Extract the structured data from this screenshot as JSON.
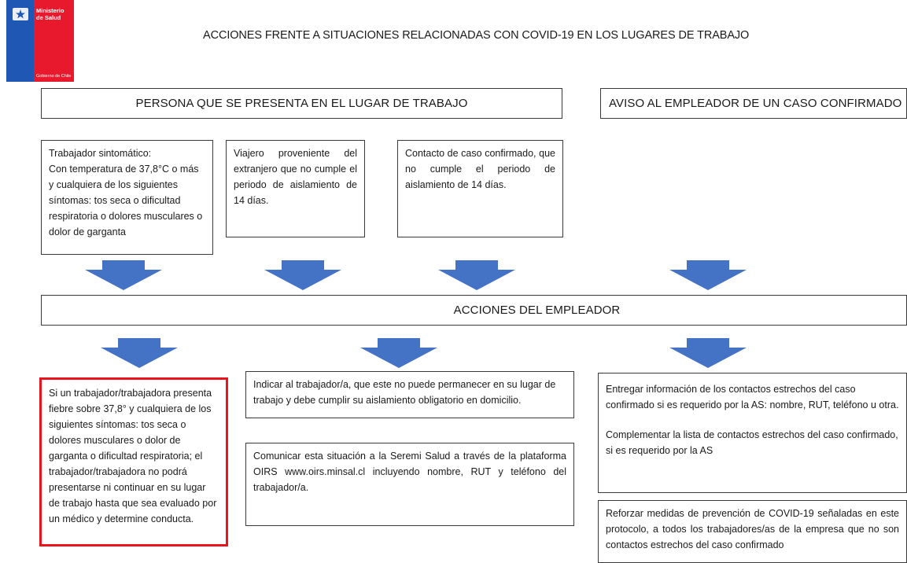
{
  "logo": {
    "ministry": "Ministerio de Salud",
    "government": "Gobierno de Chile",
    "colors": {
      "red": "#e8192c",
      "blue": "#1f57b4"
    }
  },
  "title": "ACCIONES FRENTE A SITUACIONES RELACIONADAS CON COVID-19 EN LOS LUGARES DE TRABAJO",
  "headers": {
    "persona": "PERSONA  QUE SE PRESENTA EN EL LUGAR DE TRABAJO",
    "aviso": "AVISO AL EMPLEADOR DE UN CASO CONFIRMADO",
    "acciones": "ACCIONES DEL EMPLEADOR"
  },
  "cases": [
    "Trabajador sintomático:\nCon temperatura de 37,8°C o más y cualquiera de los siguientes síntomas: tos seca o dificultad respiratoria o dolores musculares o dolor de garganta",
    "Viajero proveniente del extranjero que no cumple el periodo de aislamiento de 14 días.",
    "Contacto de caso confirmado, que no cumple el periodo de aislamiento de 14 días."
  ],
  "actions": {
    "symptomatic": "Si un trabajador/trabajadora presenta fiebre sobre 37,8° y cualquiera de los siguientes síntomas: tos seca o dolores musculares o dolor de garganta o dificultad respiratoria; el trabajador/trabajadora no podrá presentarse ni continuar en su lugar de trabajo hasta que sea evaluado por un médico y determine conducta.",
    "indicate": "Indicar al trabajador/a, que este no puede permanecer en su lugar de trabajo y debe cumplir su aislamiento obligatorio en domicilio.",
    "communicate": "Comunicar esta situación a la Seremi Salud a través de la plataforma OIRS www.oirs.minsal.cl incluyendo nombre, RUT y teléfono del trabajador/a.",
    "deliver_info": "Entregar información de los contactos estrechos  del caso confirmado si es requerido por la AS: nombre, RUT, teléfono u otra.",
    "complement": "Complementar la lista de contactos estrechos del caso confirmado, si es requerido por la AS",
    "reinforce": "Reforzar medidas de prevención de COVID-19 señaladas en este protocolo, a todos los trabajadores/as de la empresa que no son contactos estrechos  del caso confirmado"
  },
  "colors": {
    "arrow": "#4472c4",
    "highlight_border": "#e8151f"
  }
}
